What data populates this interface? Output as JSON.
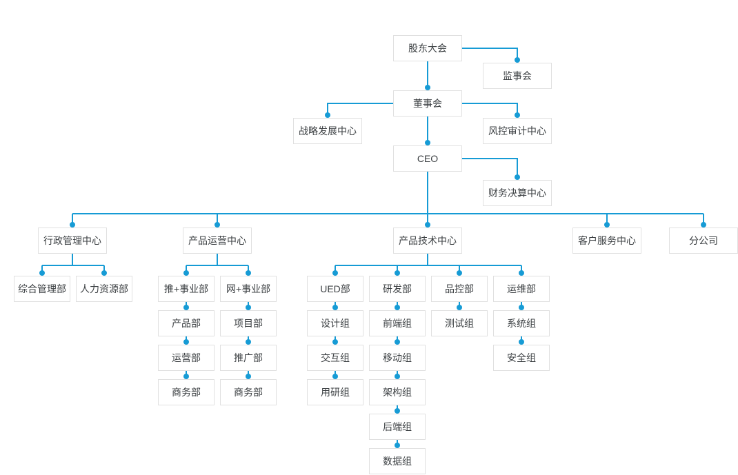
{
  "diagram": {
    "type": "org-chart",
    "nodes": {
      "shareholders_meeting": "股东大会",
      "supervisory_board": "监事会",
      "board_of_directors": "董事会",
      "strategy_dev_center": "战略发展中心",
      "risk_audit_center": "风控审计中心",
      "ceo": "CEO",
      "finance_center": "财务决算中心",
      "admin_center": "行政管理中心",
      "product_ops_center": "产品运营中心",
      "product_tech_center": "产品技术中心",
      "customer_service_center": "客户服务中心",
      "branch_company": "分公司",
      "general_mgmt_dept": "综合管理部",
      "hr_dept": "人力资源部",
      "tui_division": "推+事业部",
      "wang_division": "网+事业部",
      "ued_dept": "UED部",
      "rnd_dept": "研发部",
      "qc_dept": "品控部",
      "om_dept": "运维部",
      "product_dept": "产品部",
      "project_dept": "项目部",
      "design_group": "设计组",
      "frontend_group": "前端组",
      "testing_group": "测试组",
      "system_group": "系统组",
      "operations_dept": "运营部",
      "promotion_dept": "推广部",
      "interaction_group": "交互组",
      "mobile_group": "移动组",
      "security_group": "安全组",
      "business_dept_1": "商务部",
      "business_dept_2": "商务部",
      "user_research_group": "用研组",
      "architecture_group": "架构组",
      "backend_group": "后端组",
      "data_group": "数据组"
    },
    "hierarchy": {
      "shareholders_meeting": [
        "supervisory_board",
        "board_of_directors"
      ],
      "board_of_directors": [
        "strategy_dev_center",
        "risk_audit_center",
        "ceo"
      ],
      "ceo": [
        "finance_center",
        "admin_center",
        "product_ops_center",
        "product_tech_center",
        "customer_service_center",
        "branch_company"
      ],
      "admin_center": [
        "general_mgmt_dept",
        "hr_dept"
      ],
      "product_ops_center": [
        "tui_division",
        "wang_division"
      ],
      "tui_division": [
        "product_dept"
      ],
      "product_dept": [
        "operations_dept"
      ],
      "operations_dept": [
        "business_dept_1"
      ],
      "wang_division": [
        "project_dept"
      ],
      "project_dept": [
        "promotion_dept"
      ],
      "promotion_dept": [
        "business_dept_2"
      ],
      "product_tech_center": [
        "ued_dept",
        "rnd_dept",
        "qc_dept",
        "om_dept"
      ],
      "ued_dept": [
        "design_group"
      ],
      "design_group": [
        "interaction_group"
      ],
      "interaction_group": [
        "user_research_group"
      ],
      "rnd_dept": [
        "frontend_group"
      ],
      "frontend_group": [
        "mobile_group"
      ],
      "mobile_group": [
        "architecture_group"
      ],
      "architecture_group": [
        "backend_group"
      ],
      "backend_group": [
        "data_group"
      ],
      "qc_dept": [
        "testing_group"
      ],
      "om_dept": [
        "system_group"
      ],
      "system_group": [
        "security_group"
      ]
    },
    "colors": {
      "connector": "#169bd5",
      "box_border": "#e0e0e0",
      "box_bg": "#ffffff",
      "text": "#3c4043",
      "background": "#ffffff"
    }
  }
}
